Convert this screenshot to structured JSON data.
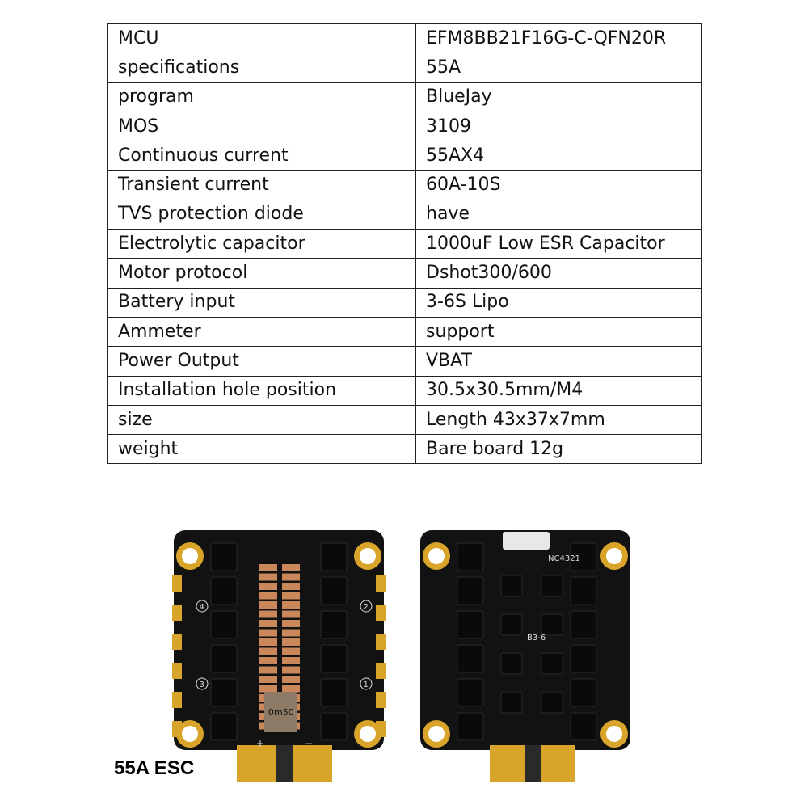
{
  "spec_table": {
    "rows": [
      {
        "label": "MCU",
        "value": "EFM8BB21F16G-C-QFN20R"
      },
      {
        "label": "specifications",
        "value": "55A"
      },
      {
        "label": "program",
        "value": "BlueJay"
      },
      {
        "label": "MOS",
        "value": "3109"
      },
      {
        "label": "Continuous current",
        "value": "55AX4"
      },
      {
        "label": "Transient current",
        "value": "60A-10S"
      },
      {
        "label": "TVS protection diode",
        "value": "have"
      },
      {
        "label": "Electrolytic capacitor",
        "value": "1000uF Low ESR Capacitor"
      },
      {
        "label": "Motor protocol",
        "value": "Dshot300/600"
      },
      {
        "label": "Battery input",
        "value": "3-6S Lipo"
      },
      {
        "label": "Ammeter",
        "value": "support"
      },
      {
        "label": "Power Output",
        "value": "VBAT"
      },
      {
        "label": "Installation hole position",
        "value": "30.5x30.5mm/M4"
      },
      {
        "label": "size",
        "value": "Length 43x37x7mm"
      },
      {
        "label": "weight",
        "value": "Bare board 12g"
      }
    ]
  },
  "boards": {
    "front": {
      "shunt_marking": "0m50",
      "motor_numbers": [
        "4",
        "2",
        "3",
        "1"
      ],
      "plus": "+",
      "minus": "−"
    },
    "back": {
      "marking_a": "NC4321",
      "marking_b": "B3-6"
    }
  },
  "caption": "55A ESC",
  "colors": {
    "pcb": "#121212",
    "gold": "#d9a42a",
    "shunt": "#c9875a"
  }
}
